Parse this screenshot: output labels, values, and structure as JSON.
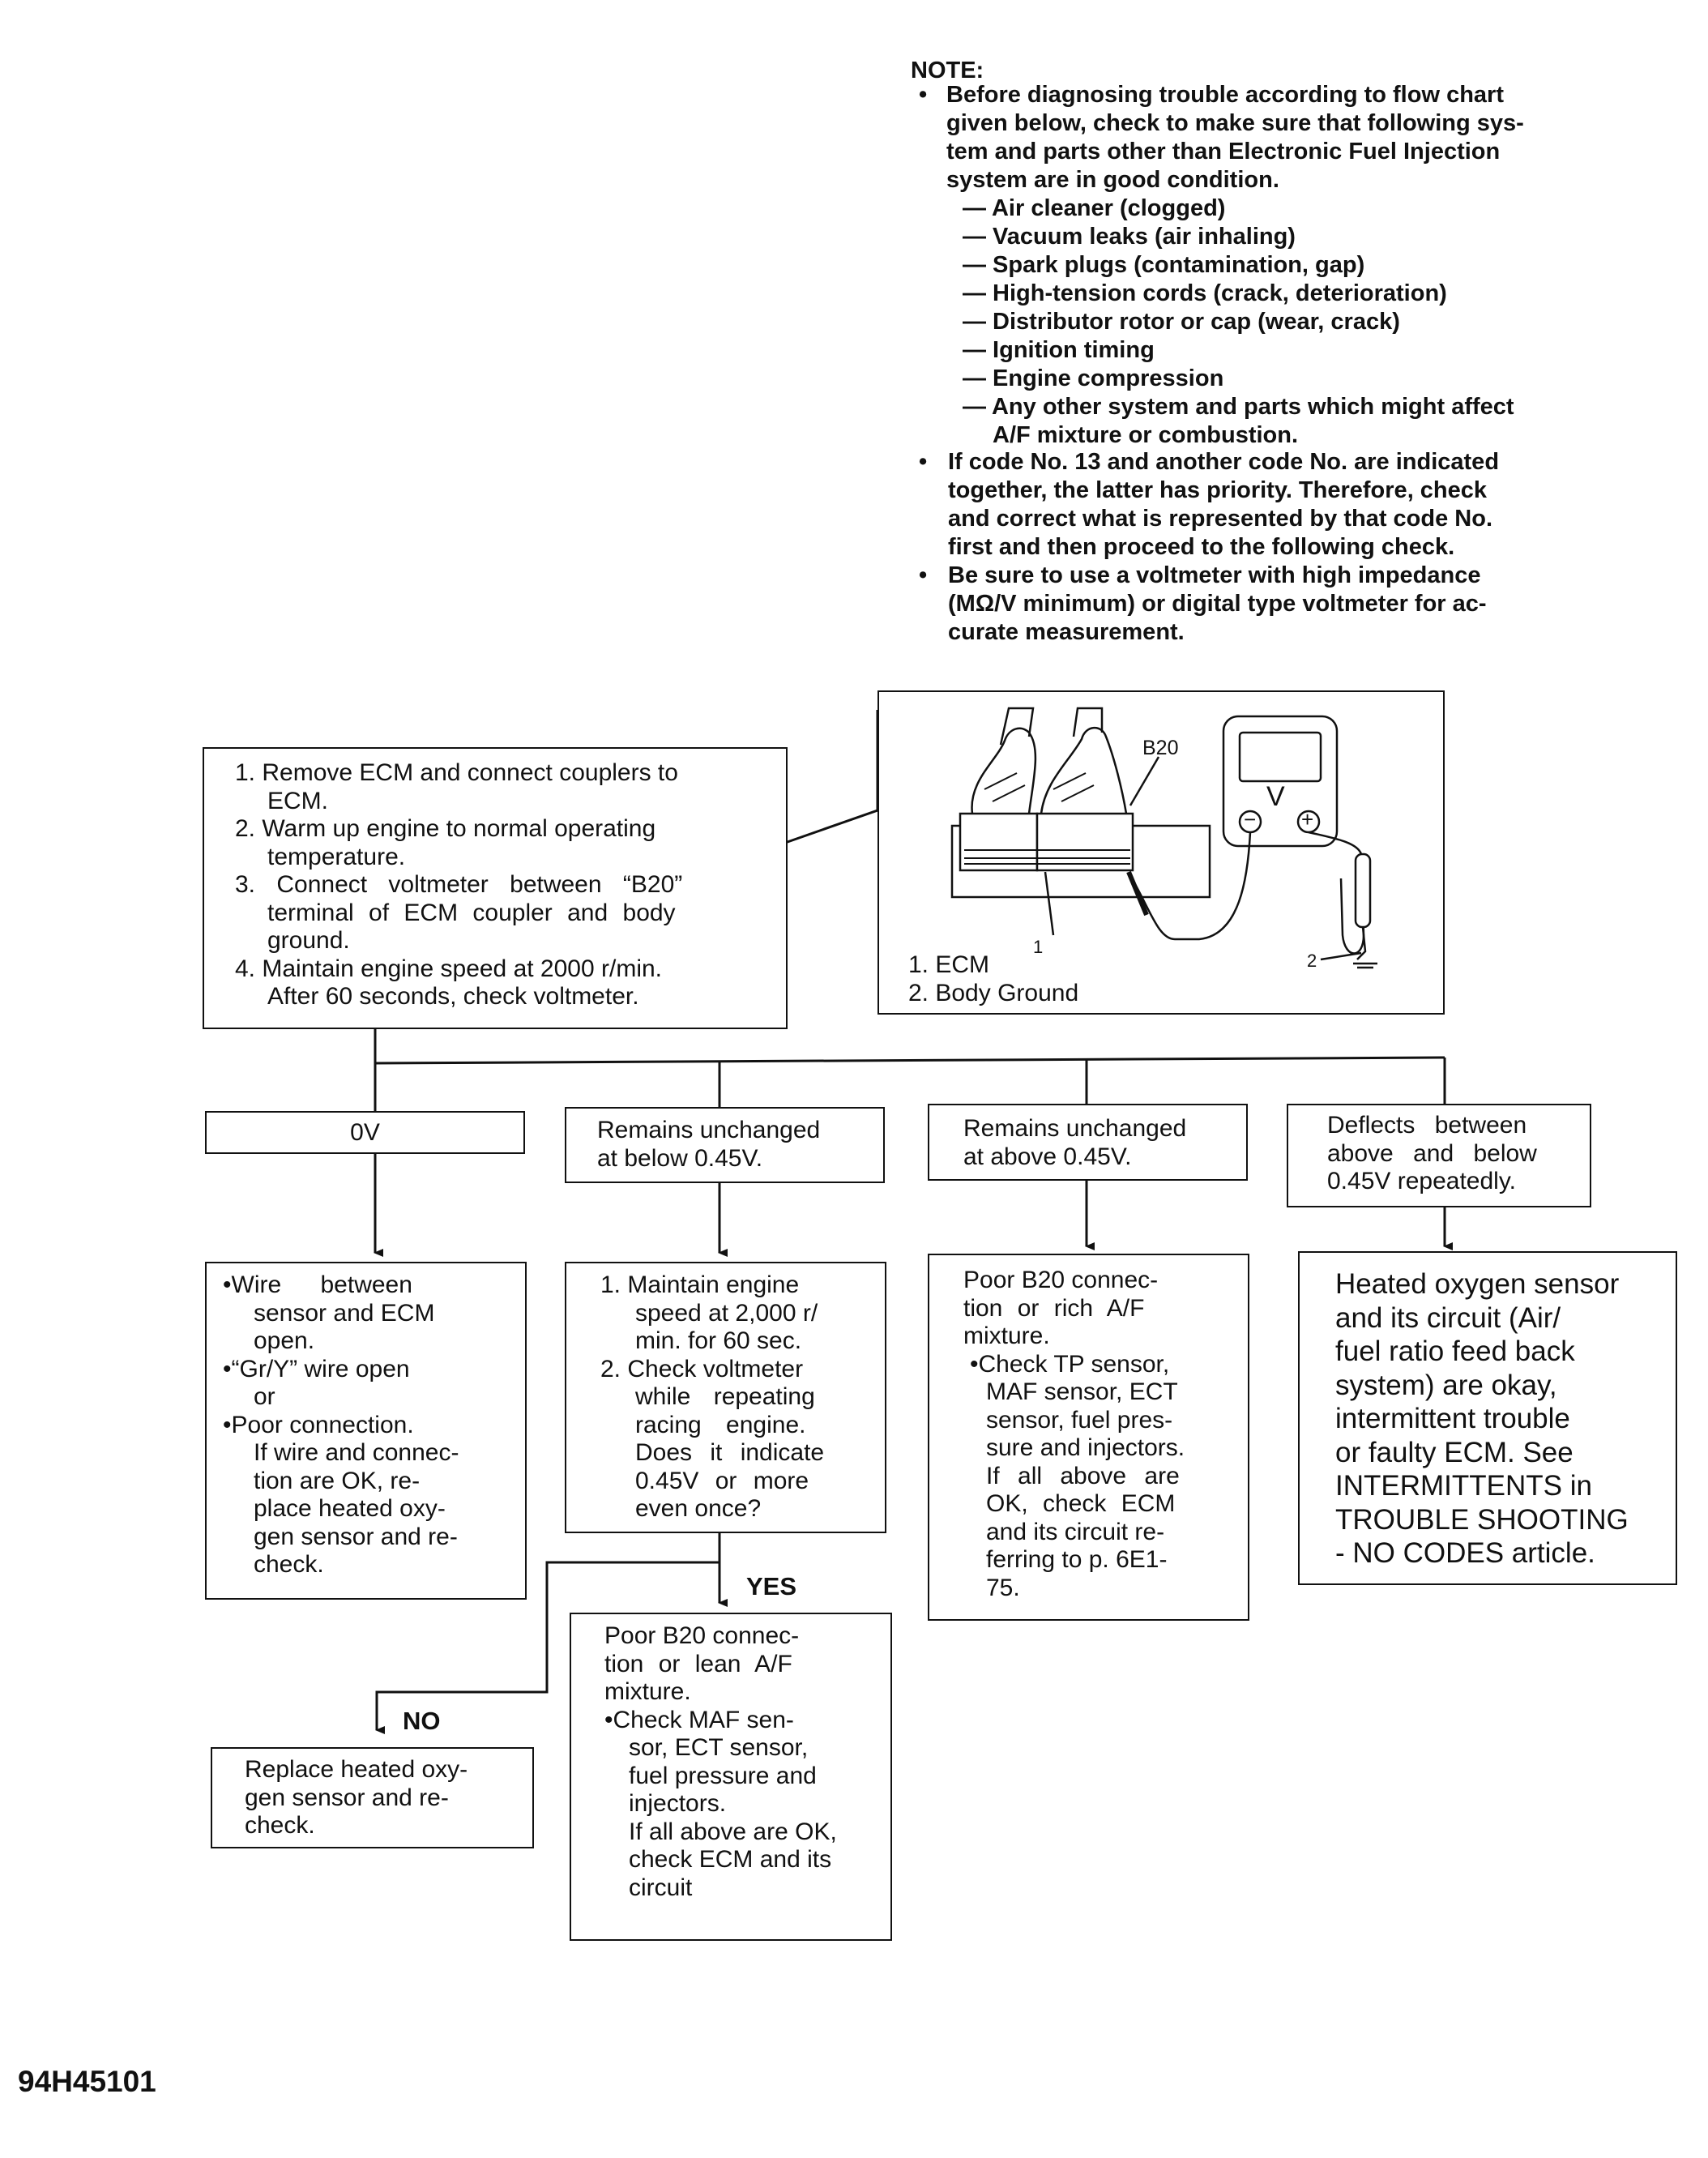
{
  "note": {
    "heading": "NOTE:",
    "bullet1": [
      "Before diagnosing trouble according to flow chart",
      "given below, check to make sure that following sys-",
      "tem and parts other than Electronic Fuel Injection",
      "system are in good condition."
    ],
    "checks": [
      "— Air cleaner (clogged)",
      "— Vacuum leaks (air inhaling)",
      "— Spark plugs (contamination, gap)",
      "— High-tension cords (crack, deterioration)",
      "— Distributor rotor or cap (wear, crack)",
      "— Ignition timing",
      "— Engine compression",
      "— Any other system and parts which might affect",
      "A/F mixture or combustion."
    ],
    "bullet2": [
      "If code No. 13 and another code No. are indicated",
      "together, the latter has priority. Therefore, check",
      "and correct what is represented by that code No.",
      "first and then proceed to the following check."
    ],
    "bullet3": [
      "Be sure to use a voltmeter with high impedance",
      "(MΩ/V minimum) or digital type voltmeter for ac-",
      "curate measurement."
    ],
    "bullet_glyph": "•"
  },
  "start_box": [
    "1. Remove ECM and connect couplers to",
    "ECM.",
    "2. Warm up engine to normal operating",
    "temperature.",
    "3. Connect voltmeter between “B20”",
    "terminal of ECM coupler and body",
    "ground.",
    "4. Maintain engine speed at 2000 r/min.",
    "After 60 seconds, check voltmeter."
  ],
  "illustration": {
    "terminal_label": "B20",
    "meter_symbol": "V",
    "minus": "−",
    "plus": "+",
    "callout_1": "1",
    "callout_2": "2",
    "legend": [
      "1. ECM",
      "2. Body Ground"
    ]
  },
  "results": {
    "r1": "0V",
    "r2": [
      "Remains unchanged",
      "at below 0.45V."
    ],
    "r3": [
      "Remains unchanged",
      "at above 0.45V."
    ],
    "r4": [
      "Deflects between",
      "above and below",
      "0.45V repeatedly."
    ]
  },
  "actions": {
    "a1": [
      "•Wire between",
      "sensor and ECM",
      "open.",
      "•“Gr/Y” wire open",
      "or",
      "•Poor connection.",
      "If wire and connec-",
      "tion are OK, re-",
      "place heated oxy-",
      "gen sensor and re-",
      "check."
    ],
    "a2": [
      "1. Maintain engine",
      "speed at 2,000 r/",
      "min. for 60 sec.",
      "2. Check voltmeter",
      "while repeating",
      "racing engine.",
      "Does it indicate",
      "0.45V or more",
      "even once?"
    ],
    "a3": [
      "Poor B20 connec-",
      "tion or rich A/F",
      "mixture.",
      "•Check TP sensor,",
      "MAF sensor, ECT",
      "sensor, fuel pres-",
      "sure and injectors.",
      "If all above are",
      "OK, check ECM",
      "and its circuit re-",
      "ferring to p. 6E1-",
      "75."
    ],
    "a4": [
      "Heated oxygen sensor",
      "and its circuit (Air/",
      "fuel ratio feed back",
      "system) are okay,",
      "intermittent trouble",
      "or faulty ECM. See",
      "INTERMITTENTS in",
      "TROUBLE SHOOTING",
      "- NO CODES article."
    ]
  },
  "yes_label": "YES",
  "no_label": "NO",
  "yes_box": [
    "Poor B20 connec-",
    "tion or lean A/F",
    "mixture.",
    "•Check MAF sen-",
    "sor, ECT sensor,",
    "fuel pressure and",
    "injectors.",
    "If all above are OK,",
    "check ECM and its",
    "circuit"
  ],
  "no_box": [
    "Replace heated oxy-",
    "gen sensor and re-",
    "check."
  ],
  "figure_id": "94H45101"
}
